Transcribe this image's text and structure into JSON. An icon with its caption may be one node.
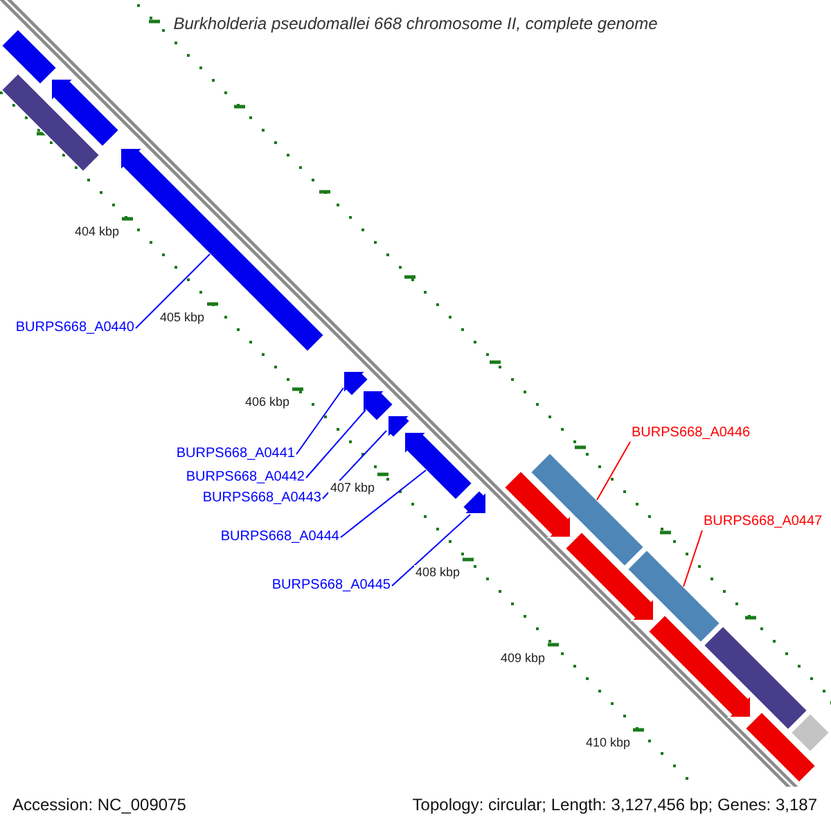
{
  "diagram": {
    "title": "Burkholderia pseudomallei 668 chromosome II, complete genome",
    "nodes": [
      {
        "text": [
          "BURPS668_A0440"
        ]
      },
      {
        "text": [
          "BURPS668_A0441"
        ]
      },
      {
        "text": [
          "BURPS668_A0442"
        ]
      },
      {
        "text": [
          "BURPS668_A0443"
        ]
      },
      {
        "text": [
          "BURPS668_A0444"
        ]
      },
      {
        "text": [
          "BURPS668_A0445"
        ]
      },
      {
        "text": [
          "BURPS668_A0446"
        ]
      },
      {
        "text": [
          "BURPS668_A0447"
        ]
      },
      {
        "text": [],
        "shape": "bar"
      },
      {
        "text": [],
        "shape": "bar"
      },
      {
        "text": [],
        "shape": "arrow"
      },
      {
        "text": [],
        "shape": "arrow"
      },
      {
        "text": [],
        "shape": "arrow"
      },
      {
        "text": [],
        "shape": "arrow"
      },
      {
        "text": [],
        "shape": "arrow"
      },
      {
        "text": [],
        "shape": "arrow"
      },
      {
        "text": [],
        "shape": "arrow"
      },
      {
        "text": [],
        "shape": "arrow"
      },
      {
        "text": [],
        "shape": "bar"
      },
      {
        "text": [],
        "shape": "arrow"
      },
      {
        "text": [],
        "shape": "bar"
      },
      {
        "text": [],
        "shape": "arrow"
      },
      {
        "text": [],
        "shape": "bar"
      },
      {
        "text": [],
        "shape": "bar"
      },
      {
        "text": [],
        "shape": "bar"
      }
    ],
    "edges": [
      {
        "from": 0,
        "to": 11,
        "arrow": "none"
      },
      {
        "from": 1,
        "to": 12,
        "arrow": "none"
      },
      {
        "from": 2,
        "to": 13,
        "arrow": "none"
      },
      {
        "from": 3,
        "to": 14,
        "arrow": "none"
      },
      {
        "from": 4,
        "to": 15,
        "arrow": "none"
      },
      {
        "from": 5,
        "to": 16,
        "arrow": "none"
      },
      {
        "from": 6,
        "to": 18,
        "arrow": "none",
        "color": "#ff0000"
      },
      {
        "from": 7,
        "to": 20,
        "arrow": "none",
        "color": "#ff0000"
      }
    ],
    "labels": [
      "404 kbp",
      "405 kbp",
      "406 kbp",
      "407 kbp",
      "408 kbp",
      "409 kbp",
      "410 kbp",
      "Accession: NC_009075",
      "Topology: circular; Length: 3,127,456 bp; Genes: 3,187"
    ]
  }
}
